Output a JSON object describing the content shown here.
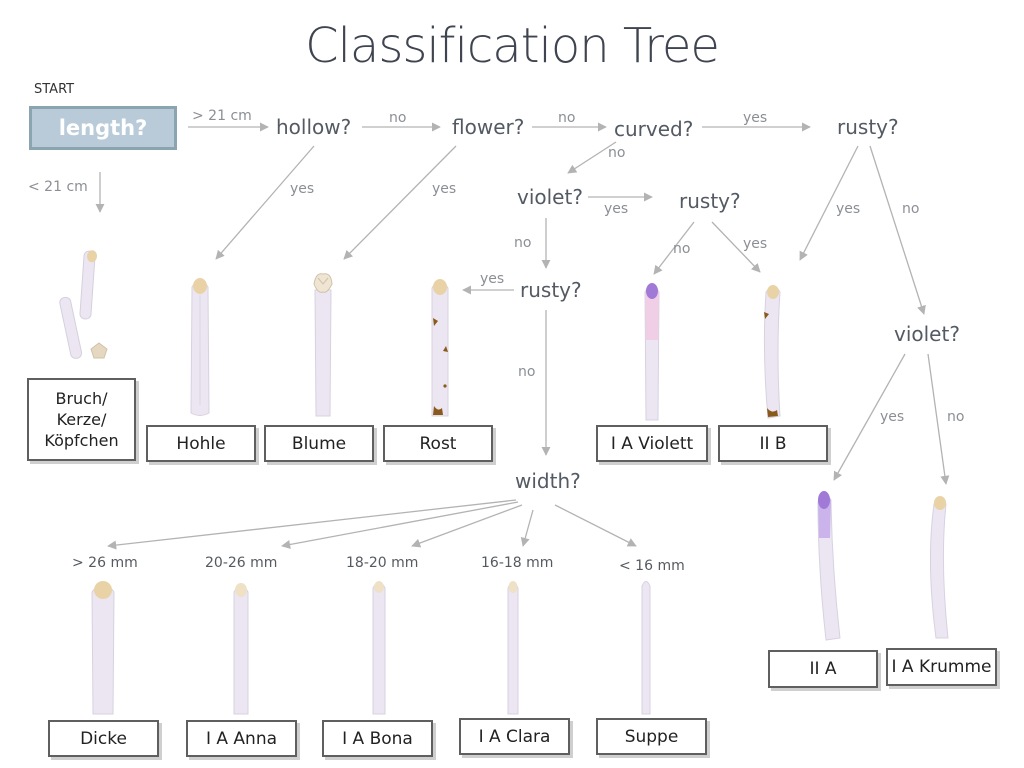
{
  "title": "Classification Tree",
  "start_label": "START",
  "root": {
    "label": "length?"
  },
  "questions": {
    "hollow": "hollow?",
    "flower": "flower?",
    "curved": "curved?",
    "rusty_top": "rusty?",
    "violet_mid": "violet?",
    "rusty_mid": "rusty?",
    "rusty_low": "rusty?",
    "violet_right": "violet?",
    "width": "width?"
  },
  "edges": {
    "gt21": "> 21 cm",
    "lt21": "< 21 cm",
    "hollow_no": "no",
    "flower_no": "no",
    "curved_yes": "yes",
    "curved_no": "no",
    "hollow_yes": "yes",
    "flower_yes": "yes",
    "violet_yes": "yes",
    "violet_no": "no",
    "rustymid_no": "no",
    "rustymid_yes": "yes",
    "rustylow_yes": "yes",
    "rustylow_no": "no",
    "rustytop_yes": "yes",
    "rustytop_no": "no",
    "violetright_yes": "yes",
    "violetright_no": "no"
  },
  "widths": {
    "gt26": "> 26 mm",
    "w20_26": "20-26 mm",
    "w18_20": "18-20 mm",
    "w16_18": "16-18 mm",
    "lt16": "< 16 mm"
  },
  "leaves": {
    "bruch": "Bruch/\nKerze/\nKöpfchen",
    "hohle": "Hohle",
    "blume": "Blume",
    "rost": "Rost",
    "violett": "I A Violett",
    "iib": "II B",
    "iia": "II A",
    "krumme": "I A Krumme",
    "dicke": "Dicke",
    "anna": "I A Anna",
    "bona": "I A Bona",
    "clara": "I A Clara",
    "suppe": "Suppe"
  },
  "colors": {
    "root_fill": "#b9cbd9",
    "root_border": "#8aa4b0",
    "arrow": "#b3b3b3",
    "stalk": "#ebe6f2",
    "tip": "#e9d3a6",
    "rust": "#8a5a1c",
    "violet_tip": "#a07ad6"
  }
}
